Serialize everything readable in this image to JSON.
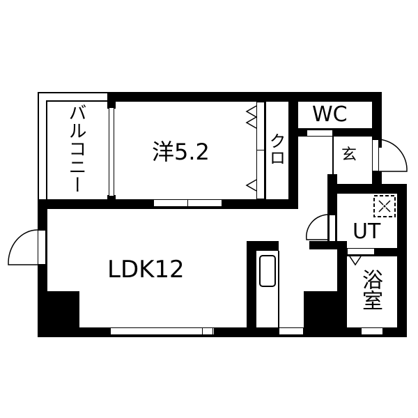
{
  "rooms": {
    "balcony": "バルコニー",
    "western": "洋5.2",
    "closet": "クロ",
    "wc": "WC",
    "entrance": "玄",
    "utility": "UT",
    "bath": "浴室",
    "ldk": "LDK12"
  },
  "colors": {
    "wall": "#000000",
    "background": "#ffffff"
  }
}
